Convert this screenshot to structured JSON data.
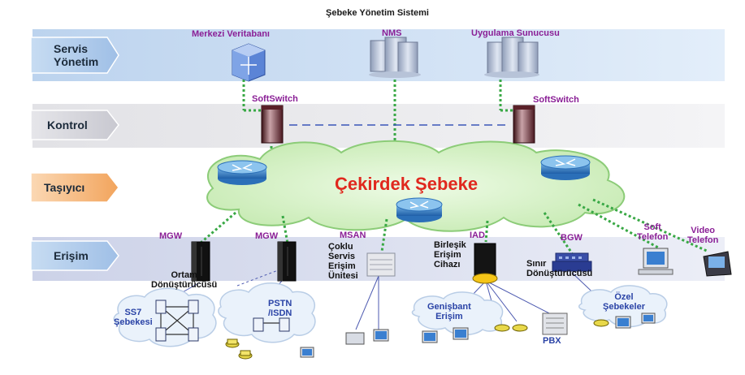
{
  "title": "Şebeke Yönetim Sistemi",
  "layers": {
    "servis": "Servis\nYönetim",
    "kontrol": "Kontrol",
    "tasiyici": "Taşıyıcı",
    "erisim": "Erişim"
  },
  "labels": {
    "merkezi_veritabani": "Merkezi Veritabanı",
    "nms": "NMS",
    "uygulama_sunucusu": "Uygulama Sunucusu",
    "softswitch_left": "SoftSwitch",
    "softswitch_right": "SoftSwitch",
    "core_network": "Çekirdek Şebeke",
    "mgw1": "MGW",
    "mgw2": "MGW",
    "msan": "MSAN",
    "iad": "IAD",
    "bgw": "BGW",
    "soft_telefon": "Soft\nTelefon",
    "video_telefon": "Video\nTelefon",
    "ortam_donusturucusu": "Ortam\nDönüştürücüsü",
    "coklu_servis": "Çoklu\nServis\nErişim\nÜnitesi",
    "birlesik_erisim": "Birleşik\nErişim\nCihazı",
    "sinir_donusturucusu": "Sınır\nDönüştürücüsü",
    "ss7": "SS7\nŞebekesi",
    "pstn": "PSTN\n/ISDN",
    "genisbant": "Genişbant\nErişim",
    "pbx": "PBX",
    "ozel_sebekeler": "Özel\nŞebekeler"
  },
  "colors": {
    "band_servis": "#cfe0f2",
    "band_kontrol": "#ececee",
    "band_erisim": "#dfe2ef",
    "cloud": "#d9f2c9",
    "cloud_edge": "#8ccc78",
    "accent_orange": "#f2a45c",
    "label_purple": "#8a1f96",
    "core_red": "#e0281e",
    "link_green": "#39a845",
    "link_dashed": "#3b56b8"
  }
}
